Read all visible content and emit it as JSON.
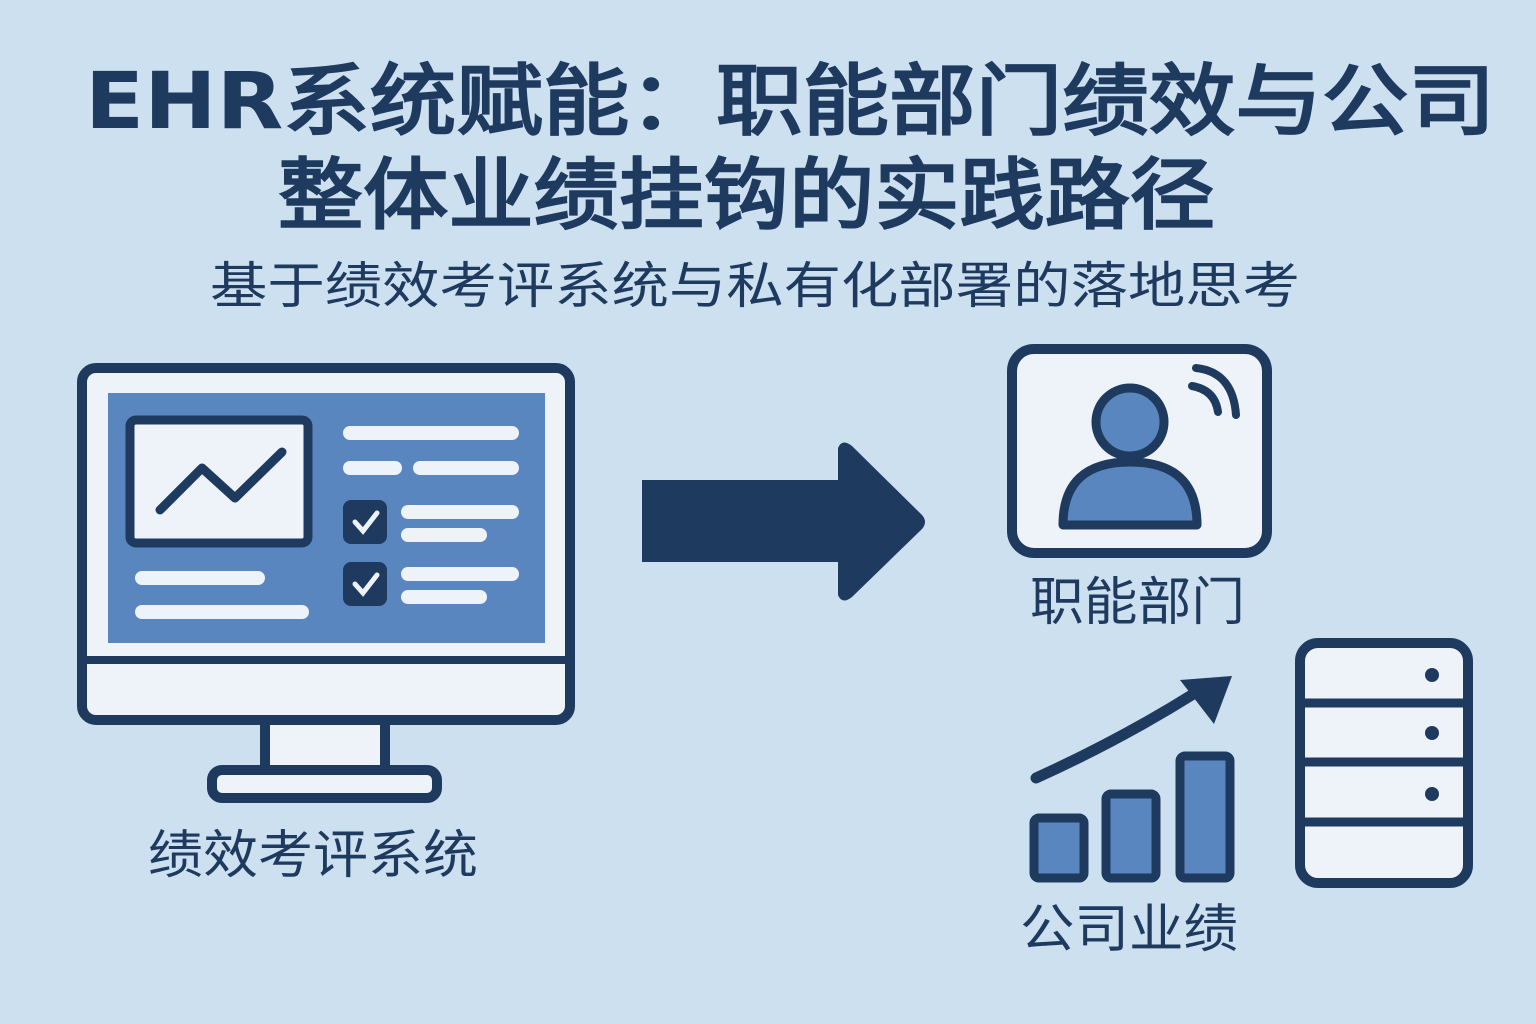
{
  "title": {
    "line1": "EHR系统赋能：职能部门绩效与公司",
    "line2": "整体业绩挂钩的实践路径"
  },
  "subtitle": "基于绩效考评系统与私有化部署的落地思考",
  "labels": {
    "system": "绩效考评系统",
    "department": "职能部门",
    "performance": "公司业绩"
  },
  "colors": {
    "background": "#cde0f0",
    "navy": "#1f3a5f",
    "mid_blue": "#5a86bf",
    "light": "#eef3fa"
  }
}
